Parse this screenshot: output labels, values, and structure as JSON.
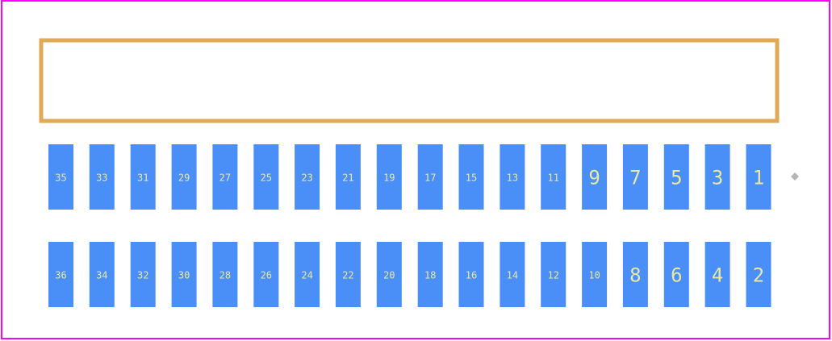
{
  "colors": {
    "background": "#ffffff",
    "board_outline": "#ff00ff",
    "silkscreen_body": "#e0a957",
    "pad": "#4a8ef7",
    "pad_label": "#e8e8a0",
    "pin1_marker": "#b5b5b5"
  },
  "footprint": {
    "name": "36-pin dual-row connector footprint",
    "rows": [
      {
        "id": "top-row",
        "pads": [
          "35",
          "33",
          "31",
          "29",
          "27",
          "25",
          "23",
          "21",
          "19",
          "17",
          "15",
          "13",
          "11",
          "9",
          "7",
          "5",
          "3",
          "1"
        ]
      },
      {
        "id": "bottom-row",
        "pads": [
          "36",
          "34",
          "32",
          "30",
          "28",
          "26",
          "24",
          "22",
          "20",
          "18",
          "16",
          "14",
          "12",
          "10",
          "8",
          "6",
          "4",
          "2"
        ]
      }
    ],
    "pin1_marker": "diamond"
  }
}
